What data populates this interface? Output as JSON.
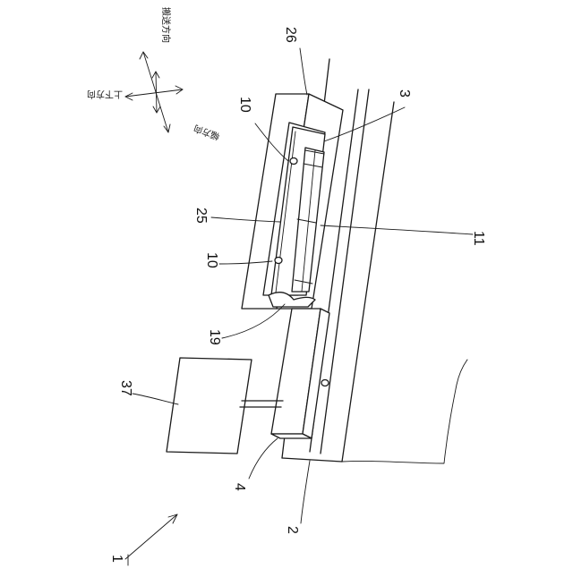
{
  "figure": {
    "main_label": "1",
    "directions": {
      "conveyance": "搬送方向",
      "vertical": "上下方向",
      "width": "幅方向"
    },
    "reference_numerals": {
      "conveyor": "2",
      "cassette": "3",
      "chute": "4",
      "tray_upper": "10",
      "tray_lower": "10",
      "stack": "11",
      "transfer": "19",
      "table": "25",
      "frame": "26",
      "monitor": "37"
    }
  }
}
